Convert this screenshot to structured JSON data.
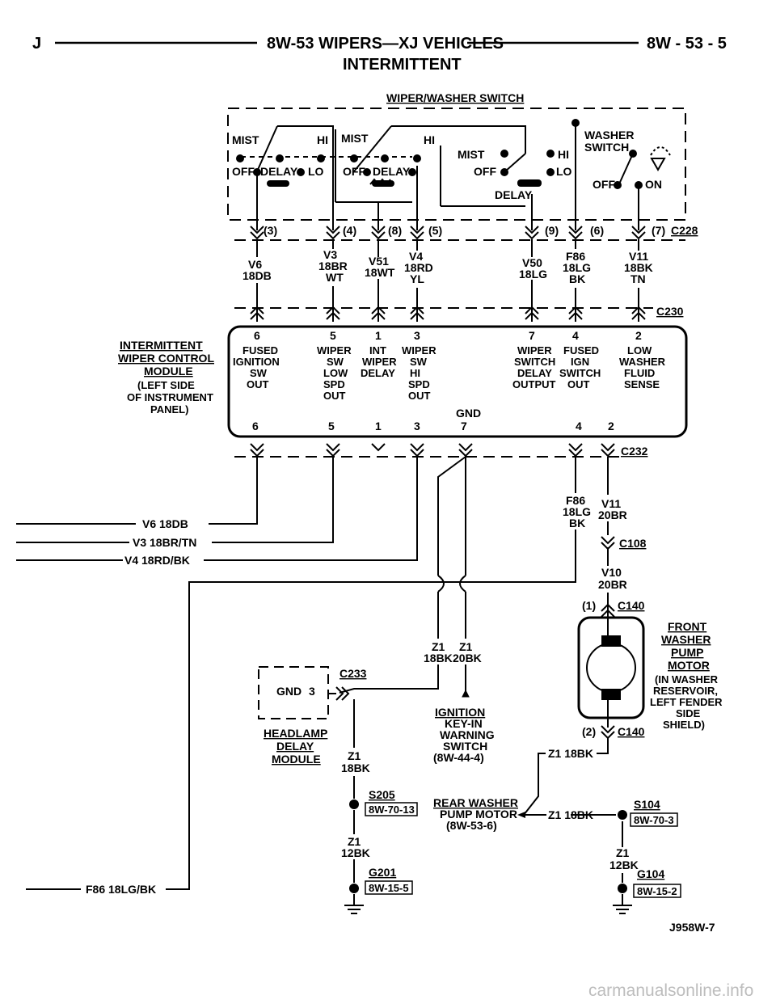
{
  "header": {
    "left": "J",
    "title": "8W-53 WIPERS—XJ VEHICLES",
    "right": "8W - 53 - 5",
    "subtitle": "INTERMITTENT"
  },
  "switch": {
    "title": "WIPER/WASHER SWITCH",
    "mist1": "MIST",
    "hi1": "HI",
    "off1": "OFF",
    "delay1": "DELAY",
    "lo1": "LO",
    "mist2": "MIST",
    "hi2": "HI",
    "off2": "OFF",
    "delay2": "DELAY",
    "mist3": "MIST",
    "hi3": "HI",
    "off3": "OFF",
    "lo3": "LO",
    "delay3": "DELAY",
    "washer": "WASHER",
    "switch_word": "SWITCH",
    "off4": "OFF",
    "on4": "ON"
  },
  "c228": {
    "name": "C228",
    "pins": [
      "(3)",
      "(4)",
      "(8)",
      "(5)",
      "(9)",
      "(6)",
      "(7)"
    ]
  },
  "wires_upper": [
    {
      "l1": "V6",
      "l2": "18DB",
      "l3": ""
    },
    {
      "l1": "V3",
      "l2": "18BR",
      "l3": "WT"
    },
    {
      "l1": "V51",
      "l2": "18WT",
      "l3": ""
    },
    {
      "l1": "V4",
      "l2": "18RD",
      "l3": "YL"
    },
    {
      "l1": "V50",
      "l2": "18LG",
      "l3": ""
    },
    {
      "l1": "F86",
      "l2": "18LG",
      "l3": "BK"
    },
    {
      "l1": "V11",
      "l2": "18BK",
      "l3": "TN"
    }
  ],
  "c230": "C230",
  "module": {
    "title1": "INTERMITTENT",
    "title2": "WIPER CONTROL",
    "title3": "MODULE",
    "loc1": "(LEFT SIDE",
    "loc2": "OF INSTRUMENT",
    "loc3": "PANEL)",
    "top_pins": [
      "6",
      "5",
      "1",
      "3",
      "7",
      "4",
      "2"
    ],
    "funcs": [
      [
        "FUSED",
        "IGNITION",
        "SW",
        "OUT"
      ],
      [
        "WIPER",
        "SW",
        "LOW",
        "SPD",
        "OUT"
      ],
      [
        "INT",
        "WIPER",
        "DELAY"
      ],
      [
        "WIPER",
        "SW",
        "HI",
        "SPD",
        "OUT"
      ],
      [
        "WIPER",
        "SWITCH",
        "DELAY",
        "OUTPUT"
      ],
      [
        "FUSED",
        "IGN",
        "SWITCH",
        "OUT"
      ],
      [
        "LOW",
        "WASHER",
        "FLUID",
        "SENSE"
      ]
    ],
    "gnd": "GND",
    "bottom_pins": [
      "6",
      "5",
      "1",
      "3",
      "7",
      "4",
      "2"
    ]
  },
  "c232": "C232",
  "lower_wires": {
    "f86": {
      "l1": "F86",
      "l2": "18LG",
      "l3": "BK"
    },
    "v11": {
      "l1": "V11",
      "l2": "20BR"
    },
    "c108": "C108",
    "v10": {
      "l1": "V10",
      "l2": "20BR"
    },
    "c140_top": "(1)",
    "c140": "C140"
  },
  "left_wires": [
    "V6 18DB",
    "V3 18BR/TN",
    "V4 18RD/BK",
    "F86 18LG/BK"
  ],
  "pump": {
    "t1": "FRONT",
    "t2": "WASHER",
    "t3": "PUMP",
    "t4": "MOTOR",
    "d1": "(IN WASHER",
    "d2": "RESERVOIR,",
    "d3": "LEFT FENDER",
    "d4": "SIDE",
    "d5": "SHIELD)",
    "pin2": "(2)",
    "c140b": "C140"
  },
  "z1_mid": {
    "a1": "Z1",
    "a2": "18BK",
    "b1": "Z1",
    "b2": "20BK"
  },
  "ignition": {
    "l1": "IGNITION",
    "l2": "KEY-IN",
    "l3": "WARNING",
    "l4": "SWITCH",
    "l5": "(8W-44-4)"
  },
  "headlamp": {
    "gnd": "GND",
    "pin": "3",
    "c233": "C233",
    "t1": "HEADLAMP",
    "t2": "DELAY",
    "t3": "MODULE"
  },
  "z1_left": {
    "a1": "Z1",
    "a2": "18BK",
    "s205": "S205",
    "r205": "8W-70-13",
    "b1": "Z1",
    "b2": "12BK",
    "g201": "G201",
    "rg201": "8W-15-5"
  },
  "rear": {
    "l1": "REAR WASHER",
    "l2": "PUMP MOTOR",
    "l3": "(8W-53-6)",
    "z1": "Z1 18BK"
  },
  "z1_right": {
    "top": "Z1 18BK",
    "mid": "Z1 18BK",
    "s104": "S104",
    "rs104": "8W-70-3",
    "b1": "Z1",
    "b2": "12BK",
    "g104": "G104",
    "rg104": "8W-15-2"
  },
  "fig": "J958W-7",
  "watermark": "carmanualsonline.info"
}
